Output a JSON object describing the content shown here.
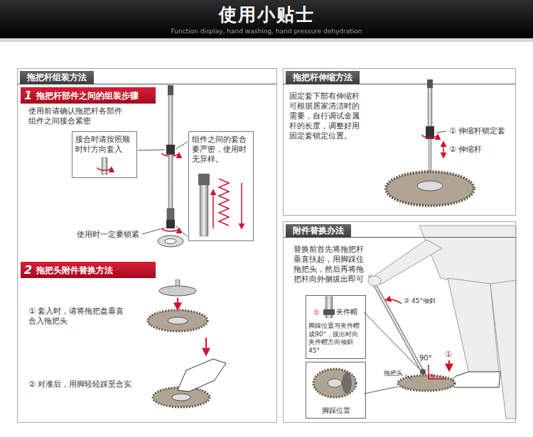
{
  "diagram": {
    "title": "使用小贴士",
    "nodes": [
      {
        "text": [
          "拖把杆组装方法"
        ]
      },
      {
        "text": [
          "1",
          "拖把杆部件之间的组装步骤"
        ],
        "in": 0
      },
      {
        "text": [
          "接合时请按照顺时针方向套入"
        ],
        "in": 0
      },
      {
        "text": [
          "组件之间的套合要严密，使用时无异样。"
        ],
        "in": 0
      },
      {
        "text": [
          "2",
          "拖把头附件替换方法"
        ],
        "in": 0
      },
      {
        "text": [
          "拖把杆伸缩方法",
          "固定套下部有伸缩杆可根据居家清洁时的需要，自行调试金属杆的长度，调整好用固定套锁定位置。"
        ]
      },
      {
        "text": [
          "附件替换办法",
          "替换前首先将拖把杆垂直扶起，用脚踩住拖把头，然后再将拖把杆向外侧拔出即可"
        ]
      },
      {
        "text": [
          "夹件帽",
          "脚踩位置与夹件帽成90°，拔出时向夹件帽方向倾斜45°"
        ],
        "in": 6
      },
      {
        "text": [
          "脚踩位置"
        ],
        "in": 6
      }
    ],
    "labels": [
      "Function display, hand washing, hand pressure dehydration",
      "使用前请确认拖把杆各部件组件之间接合紧密",
      "使用时一定要锁紧",
      "① 套入时，请将拖把盘垂直合入拖把头",
      "② 对准后，用脚轻轻踩至合实",
      "① 伸缩杆锁定套",
      "② 伸缩杆",
      "② 45°倾斜",
      "①",
      "90°",
      "拖把头",
      "①"
    ]
  }
}
